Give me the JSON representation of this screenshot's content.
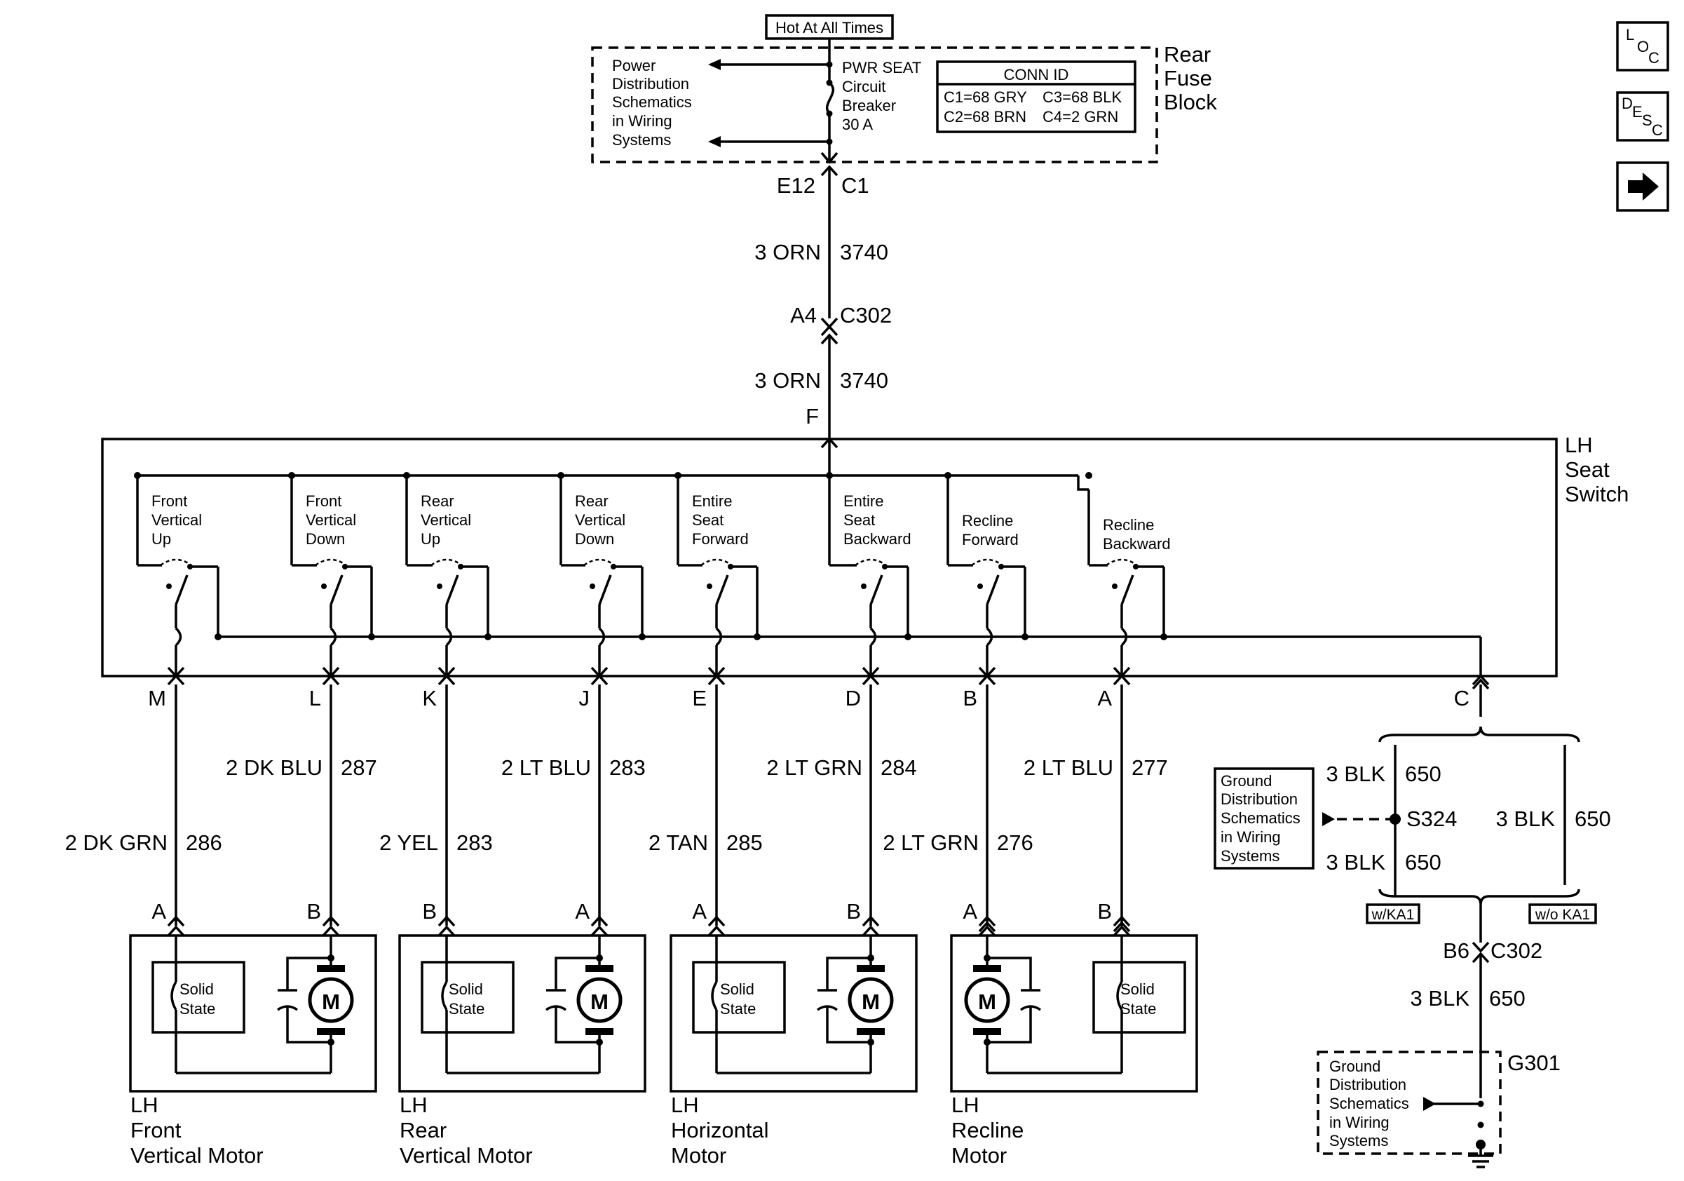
{
  "nav": {
    "loc": {
      "a": "L",
      "b": "O",
      "c": "C"
    },
    "desc": {
      "a": "D",
      "b": "E",
      "c": "S",
      "d": "C"
    }
  },
  "power": {
    "hot_label": "Hot At All Times",
    "pds_lines": [
      "Power",
      "Distribution",
      "Schematics",
      "in Wiring",
      "Systems"
    ],
    "breaker_lines": [
      "PWR SEAT",
      "Circuit",
      "Breaker",
      "30 A"
    ],
    "conn_title": "CONN ID",
    "conn_items": [
      "C1=68 GRY",
      "C3=68 BLK",
      "C2=68 BRN",
      "C4=2 GRN"
    ],
    "fuse_block_lines": [
      "Rear",
      "Fuse",
      "Block"
    ],
    "pin_e12": "E12",
    "conn_c1": "C1",
    "wire1_color": "3 ORN",
    "wire1_circuit": "3740",
    "pin_a4": "A4",
    "conn_c302": "C302",
    "wire2_color": "3 ORN",
    "wire2_circuit": "3740",
    "pin_f": "F"
  },
  "seat_switch": {
    "title_lines": [
      "LH",
      "Seat",
      "Switch"
    ],
    "switches": [
      {
        "lines": [
          "Front",
          "Vertical",
          "Up"
        ]
      },
      {
        "lines": [
          "Front",
          "Vertical",
          "Down"
        ]
      },
      {
        "lines": [
          "Rear",
          "Vertical",
          "Up"
        ]
      },
      {
        "lines": [
          "Rear",
          "Vertical",
          "Down"
        ]
      },
      {
        "lines": [
          "Entire",
          "Seat",
          "Forward"
        ]
      },
      {
        "lines": [
          "Entire",
          "Seat",
          "Backward"
        ]
      },
      {
        "lines": [
          "Recline",
          "Forward"
        ]
      },
      {
        "lines": [
          "Recline",
          "Backward"
        ]
      }
    ]
  },
  "outputs": [
    {
      "pin": "M",
      "color": "2 DK GRN",
      "circuit": "286"
    },
    {
      "pin": "L",
      "color": "2 DK BLU",
      "circuit": "287"
    },
    {
      "pin": "K",
      "color": "2 YEL",
      "circuit": "283"
    },
    {
      "pin": "J",
      "color": "2 LT BLU",
      "circuit": "283"
    },
    {
      "pin": "E",
      "color": "2 TAN",
      "circuit": "285"
    },
    {
      "pin": "D",
      "color": "2 LT GRN",
      "circuit": "284"
    },
    {
      "pin": "B",
      "color": "2 LT GRN",
      "circuit": "276"
    },
    {
      "pin": "A",
      "color": "2 LT BLU",
      "circuit": "277"
    }
  ],
  "motors": [
    {
      "pins": [
        "A",
        "B"
      ],
      "name_lines": [
        "LH",
        "Front",
        "Vertical Motor"
      ]
    },
    {
      "pins": [
        "B",
        "A"
      ],
      "name_lines": [
        "LH",
        "Rear",
        "Vertical Motor"
      ]
    },
    {
      "pins": [
        "A",
        "B"
      ],
      "name_lines": [
        "LH",
        "Horizontal",
        "Motor"
      ]
    },
    {
      "pins": [
        "A",
        "B"
      ],
      "name_lines": [
        "LH",
        "Recline",
        "Motor"
      ]
    }
  ],
  "motor_symbol": "M",
  "solid_state_lines": [
    "Solid",
    "State"
  ],
  "ground": {
    "pin_c": "C",
    "upper_color": "3 BLK",
    "upper_circuit": "650",
    "splice": "S324",
    "lower_color": "3 BLK",
    "lower_circuit": "650",
    "alt_color": "3 BLK",
    "alt_circuit": "650",
    "gds_lines": [
      "Ground",
      "Distribution",
      "Schematics",
      "in Wiring",
      "Systems"
    ],
    "opt_with": "w/KA1",
    "opt_without": "w/o KA1",
    "pin_b6": "B6",
    "conn_c302": "C302",
    "final_color": "3 BLK",
    "final_circuit": "650",
    "ground_point": "G301",
    "gds2_lines": [
      "Ground",
      "Distribution",
      "Schematics",
      "in Wiring",
      "Systems"
    ]
  }
}
